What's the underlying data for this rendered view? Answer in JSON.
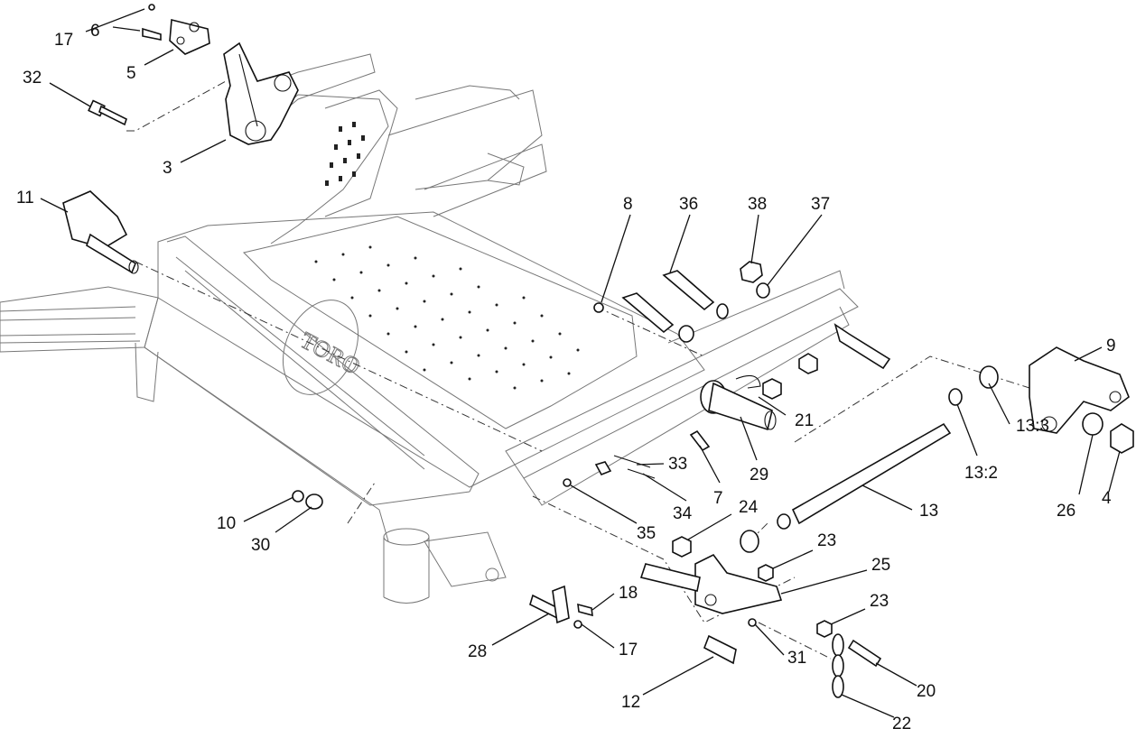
{
  "callouts": [
    {
      "id": "c17a",
      "label": "17"
    },
    {
      "id": "c6",
      "label": "6"
    },
    {
      "id": "c5",
      "label": "5"
    },
    {
      "id": "c32",
      "label": "32"
    },
    {
      "id": "c3",
      "label": "3"
    },
    {
      "id": "c11",
      "label": "11"
    },
    {
      "id": "c8",
      "label": "8"
    },
    {
      "id": "c36",
      "label": "36"
    },
    {
      "id": "c38",
      "label": "38"
    },
    {
      "id": "c37",
      "label": "37"
    },
    {
      "id": "c9",
      "label": "9"
    },
    {
      "id": "c21",
      "label": "21"
    },
    {
      "id": "c13_3",
      "label": "13:3"
    },
    {
      "id": "c13_2",
      "label": "13:2"
    },
    {
      "id": "c26",
      "label": "26"
    },
    {
      "id": "c4",
      "label": "4"
    },
    {
      "id": "c29",
      "label": "29"
    },
    {
      "id": "c7",
      "label": "7"
    },
    {
      "id": "c33",
      "label": "33"
    },
    {
      "id": "c34",
      "label": "34"
    },
    {
      "id": "c35",
      "label": "35"
    },
    {
      "id": "c10",
      "label": "10"
    },
    {
      "id": "c30",
      "label": "30"
    },
    {
      "id": "c24",
      "label": "24"
    },
    {
      "id": "c13",
      "label": "13"
    },
    {
      "id": "c23a",
      "label": "23"
    },
    {
      "id": "c25",
      "label": "25"
    },
    {
      "id": "c18",
      "label": "18"
    },
    {
      "id": "c17b",
      "label": "17"
    },
    {
      "id": "c28",
      "label": "28"
    },
    {
      "id": "c31",
      "label": "31"
    },
    {
      "id": "c23b",
      "label": "23"
    },
    {
      "id": "c20",
      "label": "20"
    },
    {
      "id": "c12",
      "label": "12"
    },
    {
      "id": "c22",
      "label": "22"
    }
  ],
  "brand_text": "TORO"
}
